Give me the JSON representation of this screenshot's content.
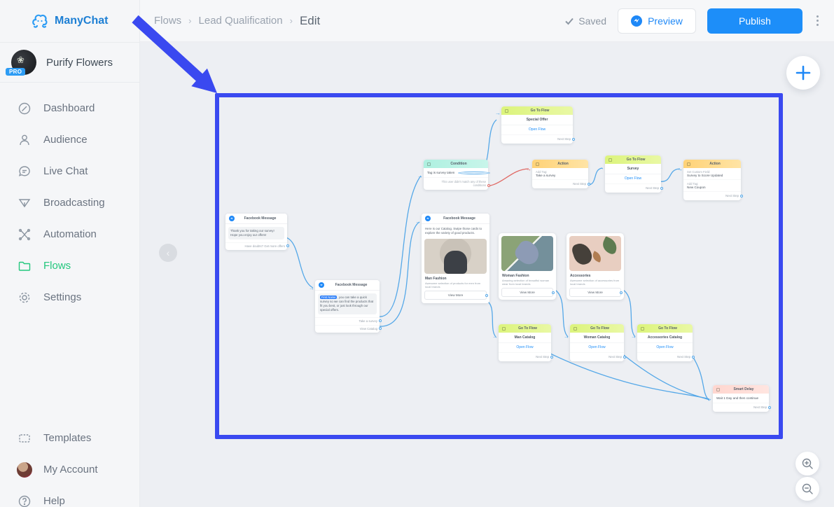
{
  "colors": {
    "accent_blue": "#3a49f0",
    "publish_blue": "#1d8ef9",
    "active_green": "#23c77d",
    "connector_blue": "#55a8e8",
    "connector_red": "#e06a65",
    "go_to_flow_header": "#dcf47c",
    "condition_header": "#aef0e0",
    "action_header": "#ffd277",
    "smart_delay_header": "#ffd6cf"
  },
  "topbar": {
    "breadcrumb": [
      "Flows",
      "Lead Qualification",
      "Edit"
    ],
    "saved_label": "Saved",
    "preview_label": "Preview",
    "publish_label": "Publish"
  },
  "sidebar": {
    "brand": "ManyChat",
    "account_name": "Purify Flowers",
    "account_badge": "PRO",
    "items": [
      {
        "label": "Dashboard"
      },
      {
        "label": "Audience"
      },
      {
        "label": "Live Chat"
      },
      {
        "label": "Broadcasting"
      },
      {
        "label": "Automation"
      },
      {
        "label": "Flows"
      },
      {
        "label": "Settings"
      }
    ],
    "bottom_items": [
      {
        "label": "Templates"
      },
      {
        "label": "My Account"
      },
      {
        "label": "Help"
      }
    ]
  },
  "canvas": {
    "nodes": {
      "special_offer": {
        "type": "Go To Flow",
        "flow_name": "Special Offer",
        "link": "Open Flow",
        "next": "Next Step"
      },
      "condition": {
        "type": "Condition",
        "rule": "Tag is survey taken",
        "fallback": "This user didn't match any of these conditions"
      },
      "action_tag": {
        "type": "Action",
        "label": "Add Tag:",
        "value": "Take a survey",
        "next": "Next Step"
      },
      "survey_flow": {
        "type": "Go To Flow",
        "flow_name": "Survey",
        "link": "Open Flow",
        "next": "Next Step"
      },
      "action_field": {
        "type": "Action",
        "label1": "Set Custom Field:",
        "value1": "Survey to Score Updated",
        "label2": "Add Tag:",
        "value2": "New Coupon",
        "next": "Next Step"
      },
      "msg_thanks": {
        "type": "Facebook Message",
        "text": "Thank you for taking our survey! Hope you enjoy our offers!",
        "reply": "Have doubts? Get more offers"
      },
      "msg_survey": {
        "type": "Facebook Message",
        "token": "First Name",
        "text": ", you can take a quick survey so we can find the products that fit you best, or just look through our special offers.",
        "button1": "Take a survey",
        "button2": "View Catalog"
      },
      "msg_catalog": {
        "type": "Facebook Message",
        "text": "Here is our Catalog. Swipe those cards to explore the variety of good products.",
        "card": {
          "title": "Man Fashion",
          "desc": "Awesome selection of products for men from local brands",
          "button": "View More"
        }
      },
      "card_woman": {
        "title": "Woman Fashion",
        "desc": "Amazing selection of beautiful woman wear from local brands",
        "button": "View More"
      },
      "card_accessories": {
        "title": "Accessories",
        "desc": "Awesome selection of accessories from local brands",
        "button": "View More"
      },
      "flow_man": {
        "type": "Go To Flow",
        "flow_name": "Man Catalog",
        "link": "Open Flow",
        "next": "Next Step"
      },
      "flow_woman": {
        "type": "Go To Flow",
        "flow_name": "Woman Catalog",
        "link": "Open Flow",
        "next": "Next Step"
      },
      "flow_accessories": {
        "type": "Go To Flow",
        "flow_name": "Accessories Catalog",
        "link": "Open Flow",
        "next": "Next Step"
      },
      "smart_delay": {
        "type": "Smart Delay",
        "text": "Wait 1 Day and then continue",
        "next": "Next Step"
      }
    }
  }
}
